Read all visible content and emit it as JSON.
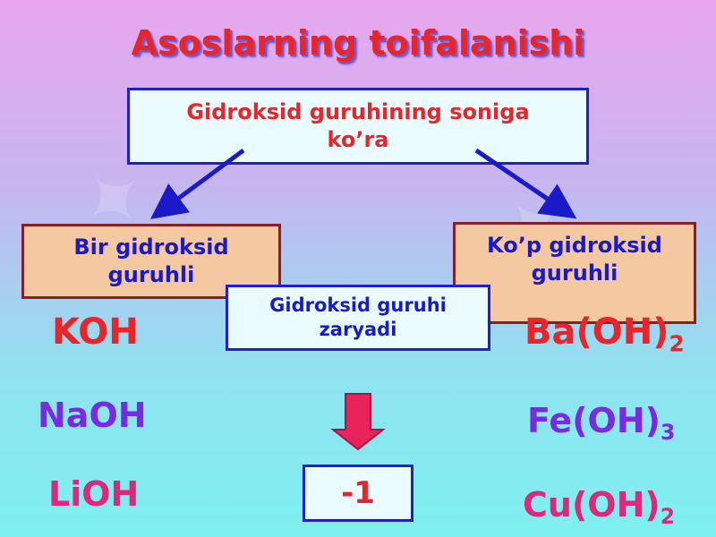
{
  "title": "Asoslarning toifalanishi",
  "top_box": {
    "line1": "Gidroksid guruhining soniga",
    "line2": "ko’ra"
  },
  "left_box": {
    "line1": "Bir gidroksid",
    "line2": "guruhli"
  },
  "right_box": {
    "line1": "Ko’p gidroksid",
    "line2": "guruhli"
  },
  "middle_box": {
    "line1": "Gidroksid  guruhi",
    "line2": "zaryadi"
  },
  "charge_value": "-1",
  "left_formulas": [
    {
      "text": "KOH",
      "color": "#e8252a"
    },
    {
      "text": "NaOH",
      "color": "#7a2ae0"
    },
    {
      "text": "LiOH",
      "color": "#e0287a"
    }
  ],
  "right_formulas": [
    {
      "base": "Ba(OH)",
      "sub": "2",
      "color": "#e8252a"
    },
    {
      "base": "Fe(OH)",
      "sub": "3",
      "color": "#7a2ae0"
    },
    {
      "base": "Cu(OH)",
      "sub": "2",
      "color": "#e0287a"
    }
  ],
  "colors": {
    "title": "#e8252a",
    "box_border_blue": "#2020c8",
    "box_border_brown": "#8a1f22",
    "box_fill_peach": "#f4c9a2",
    "box_fill_light": "#eafcff",
    "arrow_blue": "#1a1ac8",
    "arrow_down": "#e8255a"
  }
}
